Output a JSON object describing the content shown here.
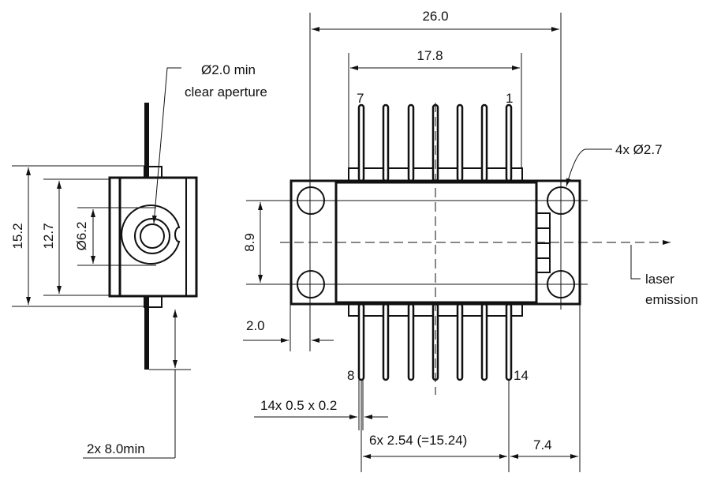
{
  "side_view": {
    "aperture_label": "Ø2.0 min",
    "aperture_sub": "clear aperture",
    "dim_height_total": "15.2",
    "dim_height_body": "12.7",
    "dim_window_dia": "Ø6.2",
    "dim_pin_length": "2x 8.0min"
  },
  "top_view": {
    "dim_overall_width": "26.0",
    "dim_pin_span": "17.8",
    "pin_label_7": "7",
    "pin_label_1": "1",
    "pin_label_8": "8",
    "pin_label_14": "14",
    "mount_holes": "4x Ø2.7",
    "dim_hole_pitch": "8.9",
    "dim_hole_edge": "2.0",
    "pin_size": "14x 0.5 x 0.2",
    "pin_pitch": "6x 2.54 (=15.24)",
    "dim_emission_offset": "7.4",
    "emission_label_1": "laser",
    "emission_label_2": "emission"
  }
}
